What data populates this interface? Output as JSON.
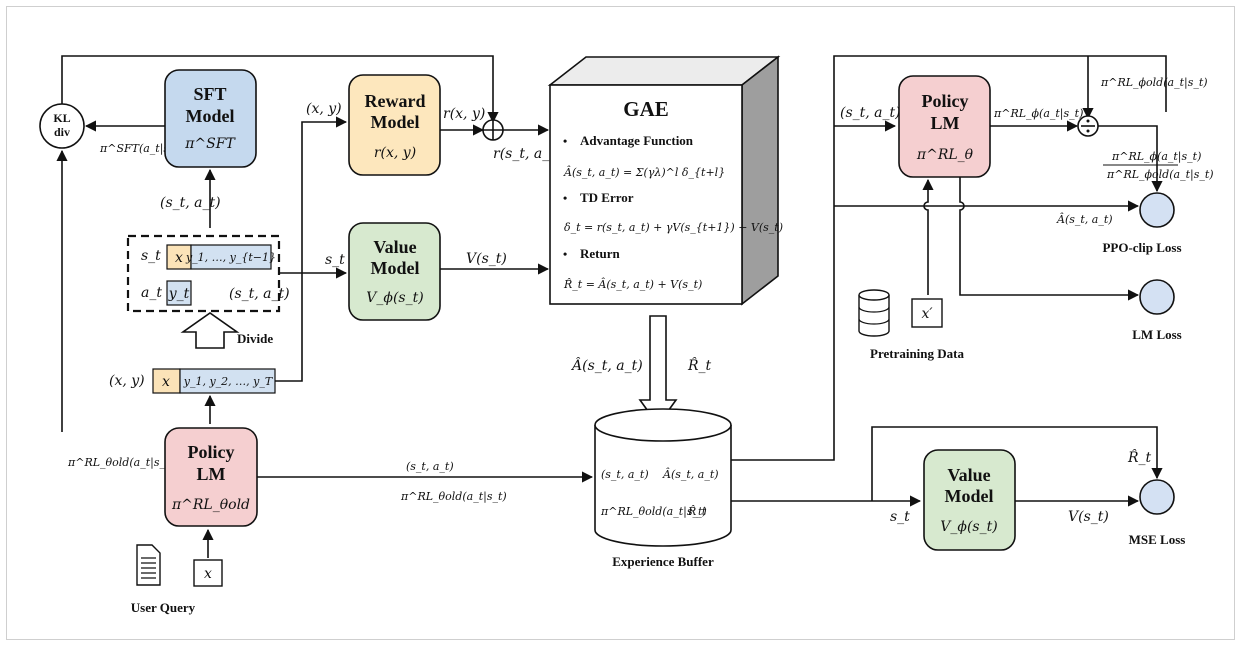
{
  "kl": {
    "line1": "KL",
    "line2": "div"
  },
  "sft": {
    "line1": "SFT",
    "line2": "Model",
    "math": "π^SFT",
    "out": "π^SFT(a_t|s_t)"
  },
  "reward": {
    "line1": "Reward",
    "line2": "Model",
    "math": "r(x, y)",
    "in": "(x, y)",
    "out": "r(x, y)",
    "plus_in": "r(s_t, a_t)"
  },
  "value_top": {
    "line1": "Value",
    "line2": "Model",
    "math": "V_ϕ(s_t)",
    "in": "s_t",
    "out": "V(s_t)"
  },
  "divide": {
    "label": "Divide",
    "in_label": "(s_t, a_t)",
    "state_sym": "s_t",
    "action_sym": "a_t",
    "x": "x",
    "ys": "y_1, …, y_{t−1}",
    "yt": "y_t",
    "pair": "(s_t, a_t)"
  },
  "sequence": {
    "label": "(x, y)",
    "x": "x",
    "ys": "y_1, y_2, …, y_T"
  },
  "policy_old": {
    "line1": "Policy",
    "line2": "LM",
    "math": "π^RL_θold",
    "out_left": "π^RL_θold(a_t|s_t)",
    "out_top": "(s_t, a_t)",
    "out_bottom": "π^RL_θold(a_t|s_t)"
  },
  "user_query": {
    "label": "User Query",
    "x": "x"
  },
  "gae": {
    "title": "GAE",
    "adv_title": "Advantage Function",
    "adv_eq": "Â(s_t, a_t) = Σ(γλ)^l δ_{t+l}",
    "td_title": "TD Error",
    "td_eq": "δ_t = r(s_t, a_t) + γV(s_{t+1}) − V(s_t)",
    "ret_title": "Return",
    "ret_eq": "R̂_t = Â(s_t, a_t) + V(s_t)"
  },
  "buffer": {
    "label": "Experience Buffer",
    "in_left": "Â(s_t, a_t)",
    "in_right": "R̂_t",
    "cell1": "(s_t, a_t)",
    "cell2": "Â(s_t, a_t)",
    "cell3": "π^RL_θold(a_t|s_t)",
    "cell4": "R̂_t"
  },
  "policy_new": {
    "line1": "Policy",
    "line2": "LM",
    "math": "π^RL_θ",
    "in": "(s_t, a_t)",
    "out": "π^RL_ϕ(a_t|s_t)",
    "old": "π^RL_ϕold(a_t|s_t)",
    "ratio_num": "π^RL_ϕ(a_t|s_t)",
    "ratio_den": "π^RL_ϕold(a_t|s_t)"
  },
  "pretraining": {
    "label": "Pretraining Data",
    "x": "x′"
  },
  "losses": {
    "ppo": "PPO-clip Loss",
    "ppo_in": "Â(s_t, a_t)",
    "lm": "LM Loss",
    "mse": "MSE Loss",
    "mse_in_top": "R̂_t",
    "mse_in": "V(s_t)"
  },
  "value_bottom": {
    "line1": "Value",
    "line2": "Model",
    "math": "V_ϕ(s_t)",
    "in": "s_t"
  },
  "colors": {
    "sft": "#c5d9ee",
    "reward": "#fde7bd",
    "value": "#d7e9cf",
    "policy": "#f5cfd0",
    "loss": "#d4e1f3",
    "x_cell": "#fbe3b8",
    "y_cell": "#d2e1f1"
  }
}
